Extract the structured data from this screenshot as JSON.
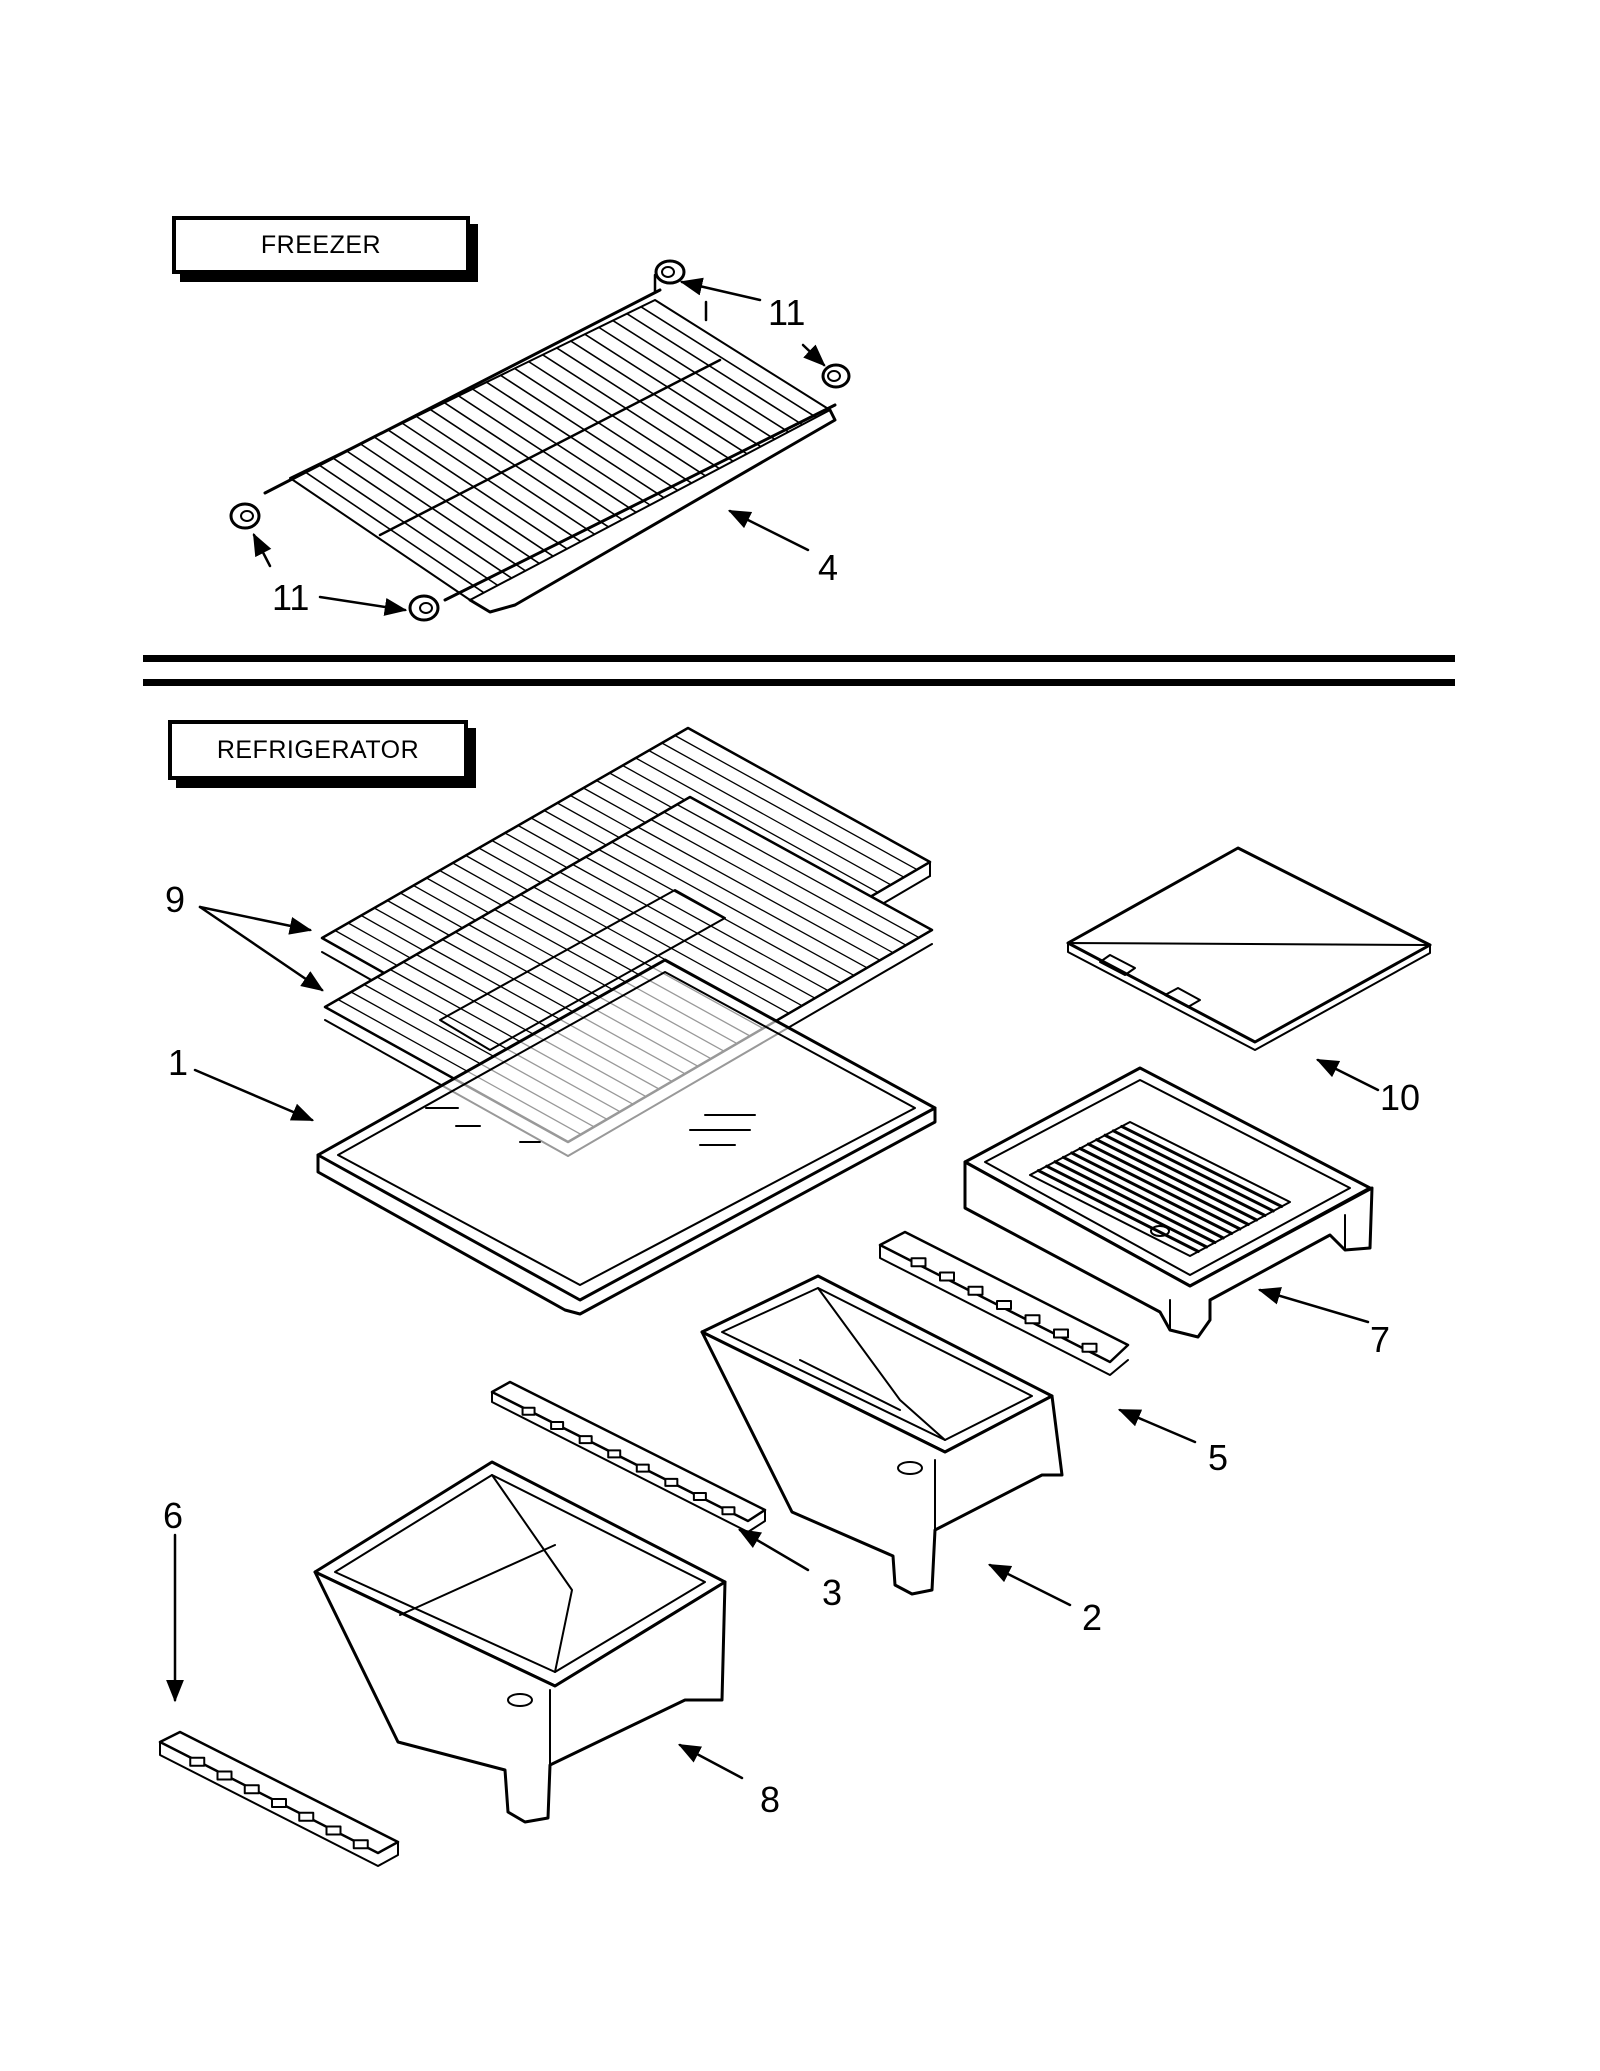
{
  "sections": {
    "freezer": "FREEZER",
    "refrigerator": "REFRIGERATOR"
  },
  "callouts": {
    "c1": "1",
    "c2": "2",
    "c3": "3",
    "c4": "4",
    "c5": "5",
    "c6": "6",
    "c7": "7",
    "c8": "8",
    "c9": "9",
    "c10": "10",
    "c11a": "11",
    "c11b": "11"
  }
}
